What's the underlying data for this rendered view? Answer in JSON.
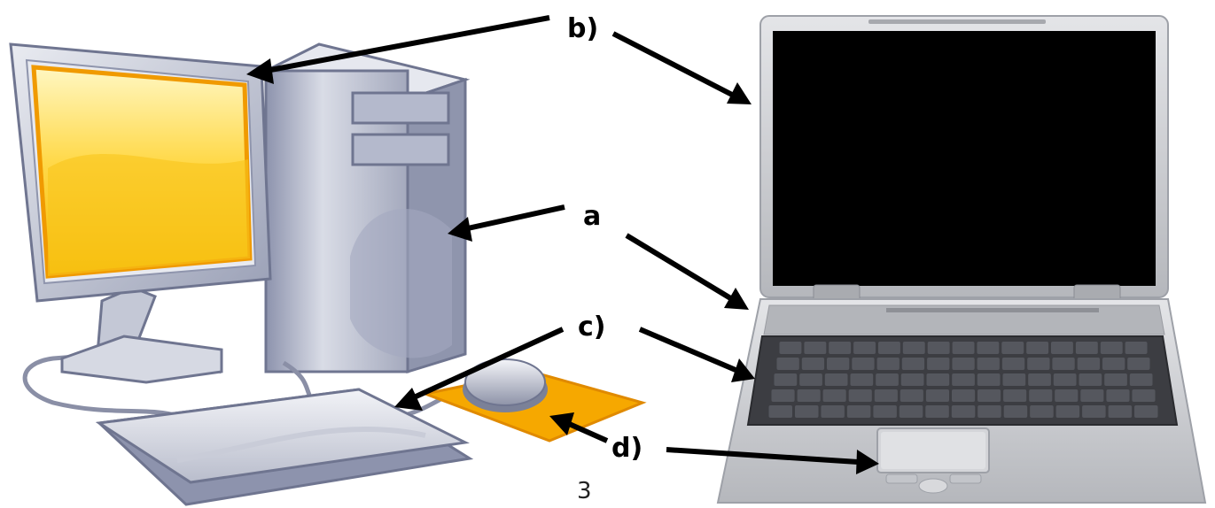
{
  "labels": {
    "b": "b)",
    "a": "a",
    "c": "c)",
    "d": "d)"
  },
  "page_number": "3",
  "colors": {
    "monitor_screen": "#f5b800",
    "mouse_pad": "#f5a800",
    "laptop_screen": "#000000",
    "laptop_body": "#c9cbcf",
    "desktop_body": "#b8bccb",
    "arrow": "#000000"
  },
  "icons": {
    "desktop": "desktop-computer-icon",
    "laptop": "laptop-computer-icon"
  }
}
